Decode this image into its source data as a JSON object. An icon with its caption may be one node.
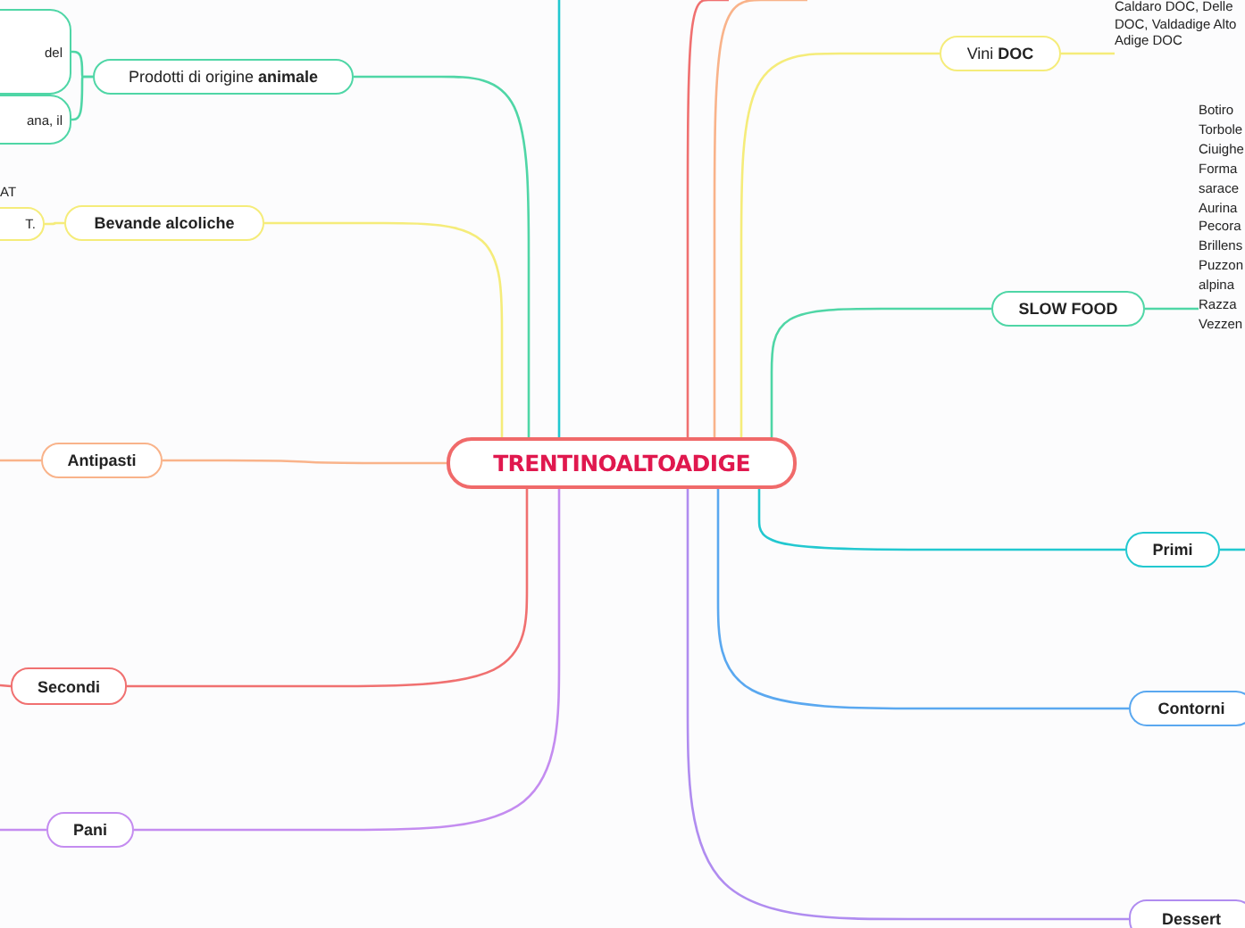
{
  "diagram": {
    "nodes": [
      {
        "text": [
          "TRENTINOALTOADIGE"
        ]
      },
      {
        "text": [
          "Prodotti di origine **animale**"
        ]
      },
      {
        "text": [
          "Bevande alcoliche"
        ]
      },
      {
        "text": [
          "Antipasti"
        ]
      },
      {
        "text": [
          "Secondi"
        ]
      },
      {
        "text": [
          "Pani"
        ]
      },
      {
        "text": [
          "Vini **DOC**"
        ]
      },
      {
        "text": [
          "SLOW FOOD"
        ]
      },
      {
        "text": [
          "Primi"
        ]
      },
      {
        "text": [
          "Contorni"
        ]
      },
      {
        "text": [
          "Dessert"
        ]
      },
      {
        "text": [
          "del"
        ]
      },
      {
        "text": [
          "ana, il"
        ]
      },
      {
        "text": [
          "T."
        ],
        "beside": [
          "AT"
        ]
      },
      {
        "text": [
          "Caldaro DOC, Delle DOC, Valdadige Alto Adige DOC"
        ]
      },
      {
        "text": [
          "Botiro Torbole Ciuighe Forma sarace Aurina Pecora Brillens Puzzon alpina Razza Vezzen"
        ]
      }
    ],
    "edges": [
      {
        "from": 0,
        "to": 1,
        "arrow": "none",
        "color": "#4fd6a6"
      },
      {
        "from": 0,
        "to": 2,
        "arrow": "none",
        "color": "#f5ec7a"
      },
      {
        "from": 0,
        "to": 3,
        "arrow": "none",
        "color": "#f9b38a"
      },
      {
        "from": 0,
        "to": 4,
        "arrow": "none",
        "color": "#f07070"
      },
      {
        "from": 0,
        "to": 5,
        "arrow": "none",
        "color": "#c48cf0"
      },
      {
        "from": 0,
        "to": 6,
        "arrow": "none",
        "color": "#f5ec7a"
      },
      {
        "from": 0,
        "to": 7,
        "arrow": "none",
        "color": "#4fd6a6"
      },
      {
        "from": 0,
        "to": 8,
        "arrow": "none",
        "color": "#22c8d0"
      },
      {
        "from": 0,
        "to": 9,
        "arrow": "none",
        "color": "#5aa8f0"
      },
      {
        "from": 0,
        "to": 10,
        "arrow": "none",
        "color": "#b08cf0"
      },
      {
        "from": 0,
        "to": null,
        "arrow": "none",
        "color": "#22c8d0"
      },
      {
        "from": 0,
        "to": null,
        "arrow": "none",
        "color": "#f07070"
      },
      {
        "from": 0,
        "to": null,
        "arrow": "none",
        "color": "#f9b38a"
      },
      {
        "from": 1,
        "to": 11,
        "arrow": "none",
        "color": "#4fd6a6"
      },
      {
        "from": 1,
        "to": 12,
        "arrow": "none",
        "color": "#4fd6a6"
      },
      {
        "from": 2,
        "to": 13,
        "arrow": "none",
        "color": "#f5ec7a"
      },
      {
        "from": 6,
        "to": 14,
        "arrow": "none",
        "color": "#f5ec7a"
      },
      {
        "from": 7,
        "to": 15,
        "arrow": "none",
        "color": "#4fd6a6"
      },
      {
        "from": 8,
        "to": null,
        "arrow": "none",
        "color": "#22c8d0"
      },
      {
        "from": 3,
        "to": null,
        "arrow": "none",
        "color": "#f9b38a"
      },
      {
        "from": 4,
        "to": null,
        "arrow": "none",
        "color": "#f07070"
      },
      {
        "from": 5,
        "to": null,
        "arrow": "none",
        "color": "#c48cf0"
      }
    ]
  }
}
